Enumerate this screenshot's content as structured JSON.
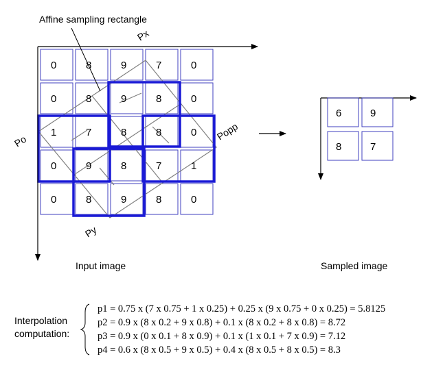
{
  "annotation": "Affine sampling rectangle",
  "axis_labels": {
    "px": "Px",
    "py": "Py",
    "po": "Po",
    "popp": "Popp"
  },
  "input": {
    "caption": "Input image",
    "grid": [
      [
        "0",
        "8",
        "9",
        "7",
        "0"
      ],
      [
        "0",
        "8",
        "9",
        "8",
        "0"
      ],
      [
        "1",
        "7",
        "8",
        "8",
        "0"
      ],
      [
        "0",
        "9",
        "8",
        "7",
        "1"
      ],
      [
        "0",
        "8",
        "9",
        "8",
        "0"
      ]
    ]
  },
  "sampled": {
    "caption": "Sampled image",
    "grid": [
      [
        "6",
        "9"
      ],
      [
        "8",
        "7"
      ]
    ]
  },
  "interpolation": {
    "label_line1": "Interpolation",
    "label_line2": "computation:",
    "equations": [
      "p1 = 0.75 x (7 x 0.75 + 1 x 0.25) + 0.25 x (9 x 0.75 + 0 x 0.25) = 5.8125",
      "p2 = 0.9 x (8 x 0.2 + 9 x 0.8) + 0.1 x (8 x 0.2 + 8 x 0.8) = 8.72",
      "p3 = 0.9 x (0 x 0.1 + 8 x 0.9) + 0.1 x (1 x 0.1 + 7 x 0.9) = 7.12",
      "p4 = 0.6 x (8 x 0.5 + 9 x 0.5) + 0.4 x (8 x 0.5 + 8 x 0.5) = 8.3"
    ]
  },
  "colors": {
    "cell_border": "#3f3fbf",
    "highlight": "#1a1ad6",
    "rotated": "#808080",
    "axis": "#000000"
  }
}
